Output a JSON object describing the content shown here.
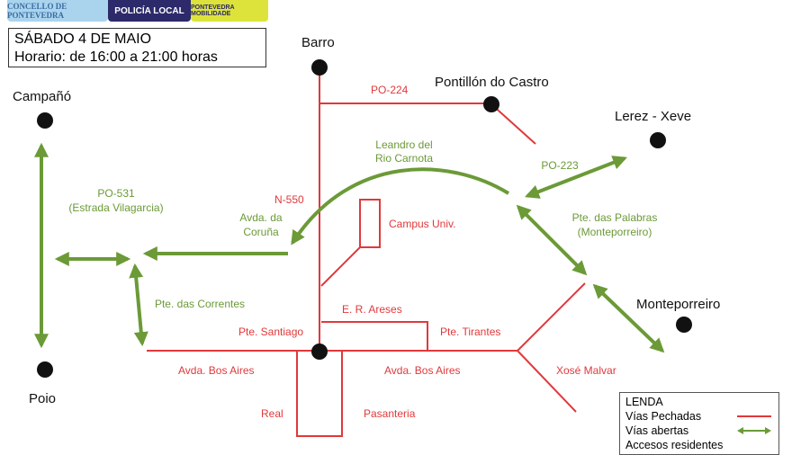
{
  "logos": {
    "concello": "CONCELLO DE PONTEVEDRA",
    "policia": "POLICÍA LOCAL",
    "mobilidade": "PONTEVEDRA MOBILIDADE"
  },
  "info": {
    "date": "SÁBADO 4 DE MAIO",
    "hours": "Horario: de 16:00 a 21:00 horas"
  },
  "places": {
    "barro": "Barro",
    "pontillon": "Pontillón do Castro",
    "lerez": "Lerez - Xeve",
    "campano": "Campañó",
    "poio": "Poio",
    "monteporreiro": "Monteporreiro"
  },
  "labels": {
    "po224": "PO-224",
    "leandro1": "Leandro del",
    "leandro2": "Rio Carnota",
    "po223": "PO-223",
    "po531": "PO-531",
    "po531b": "(Estrada Vilagarcia)",
    "n550": "N-550",
    "coruna1": "Avda. da",
    "coruna2": "Coruña",
    "campus": "Campus Univ.",
    "palabras1": "Pte. das Palabras",
    "palabras2": "(Monteporreiro)",
    "correntes": "Pte. das Correntes",
    "areses": "E. R. Areses",
    "santiago": "Pte. Santiago",
    "tirantes": "Pte. Tirantes",
    "bosaires1": "Avda. Bos Aires",
    "bosaires2": "Avda. Bos Aires",
    "malvar": "Xosé Malvar",
    "real": "Real",
    "pasanteria": "Pasanteria"
  },
  "legend": {
    "title": "LENDA",
    "closed": "Vías Pechadas",
    "open": "Vías abertas",
    "residents": "Accesos residentes"
  },
  "colors": {
    "closed": "#e0393b",
    "open": "#6b9a37"
  }
}
